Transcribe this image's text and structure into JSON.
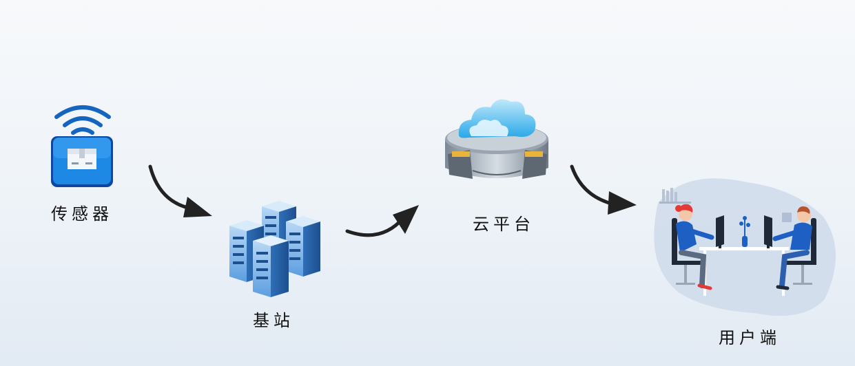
{
  "nodes": {
    "sensor": {
      "label": "传感器"
    },
    "base_station": {
      "label": "基站"
    },
    "cloud": {
      "label": "云平台"
    },
    "user": {
      "label": "用户端"
    }
  },
  "colors": {
    "accent_blue": "#1565c0",
    "light_blue": "#4fc3f7",
    "arrow": "#222222",
    "drawer_gold": "#e8b53a",
    "person_red": "#e53935"
  },
  "icons": {
    "sensor": "wifi-sensor-icon",
    "base_station": "server-rack-icon",
    "cloud": "cloud-storage-icon",
    "user": "users-at-desk-icon"
  }
}
